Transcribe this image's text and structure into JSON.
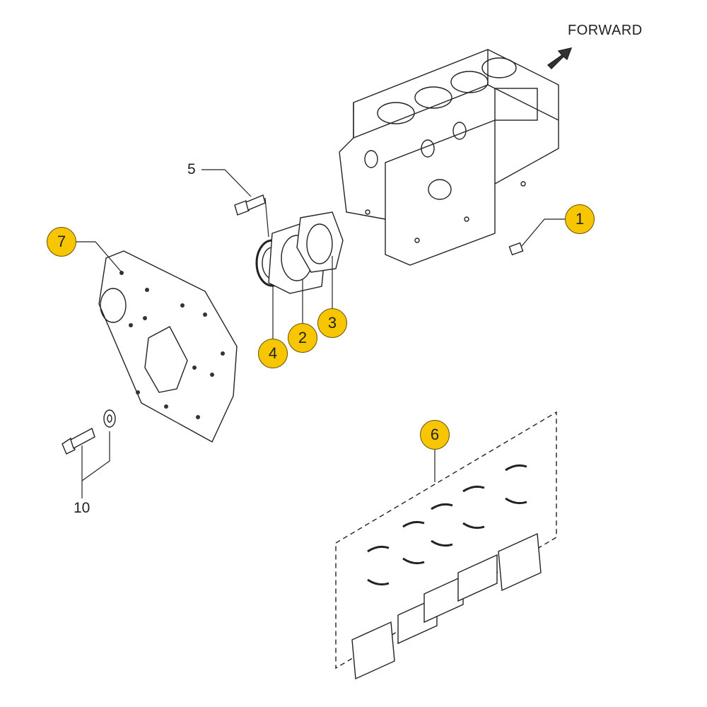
{
  "direction_label": "FORWARD",
  "callouts": [
    {
      "id": "1",
      "label": "1"
    },
    {
      "id": "2",
      "label": "2"
    },
    {
      "id": "3",
      "label": "3"
    },
    {
      "id": "4",
      "label": "4"
    },
    {
      "id": "6",
      "label": "6"
    },
    {
      "id": "7",
      "label": "7"
    }
  ],
  "plain_labels": [
    {
      "id": "5",
      "label": "5"
    },
    {
      "id": "10",
      "label": "10"
    }
  ],
  "colors": {
    "callout_fill": "#F7C600",
    "line": "#222222"
  }
}
